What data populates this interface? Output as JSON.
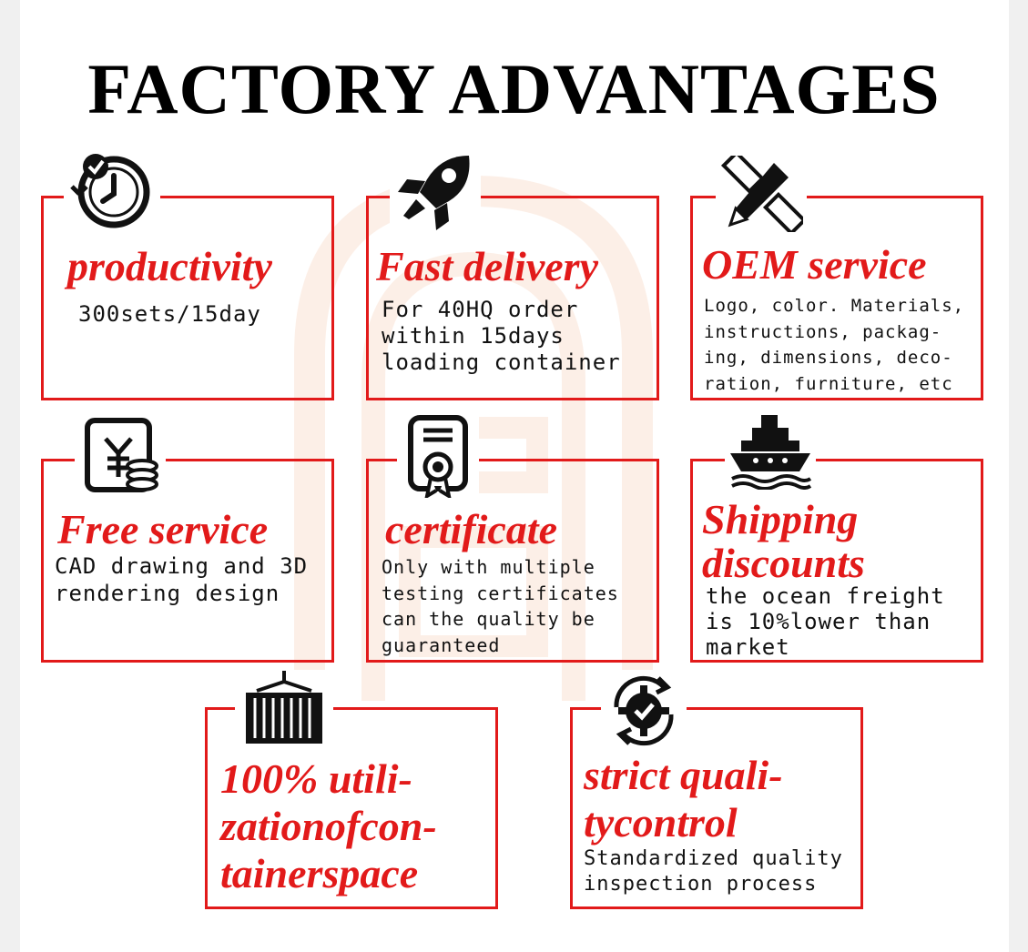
{
  "title": "FACTORY ADVANTAGES",
  "colors": {
    "accent": "#e21a1a",
    "text": "#111111",
    "watermark": "#f2a070"
  },
  "cards": [
    {
      "icon": "clock-check-icon",
      "heading": "productivity",
      "description": "300sets/15day"
    },
    {
      "icon": "rocket-icon",
      "heading": "Fast delivery",
      "description": "For 40HQ order\nwithin 15days\nloading container"
    },
    {
      "icon": "pencil-ruler-icon",
      "heading": "OEM service",
      "description": "Logo, color. Materials,\ninstructions, packag-\ning, dimensions, deco-\nration, furniture, etc"
    },
    {
      "icon": "yen-coins-icon",
      "heading": "Free service",
      "description": "CAD drawing and 3D\nrendering design"
    },
    {
      "icon": "certificate-icon",
      "heading": "certificate",
      "description": "Only with multiple\ntesting certificates\ncan the quality be\nguaranteed"
    },
    {
      "icon": "ship-icon",
      "heading": "Shipping\ndiscounts",
      "description": "the ocean freight\nis 10%lower than\nmarket"
    },
    {
      "icon": "container-icon",
      "heading": "100% utili-\nzationofcon-\ntainerspace",
      "description": ""
    },
    {
      "icon": "gear-check-icon",
      "heading": "strict quali-\ntycontrol",
      "description": "Standardized quality\ninspection process"
    }
  ]
}
